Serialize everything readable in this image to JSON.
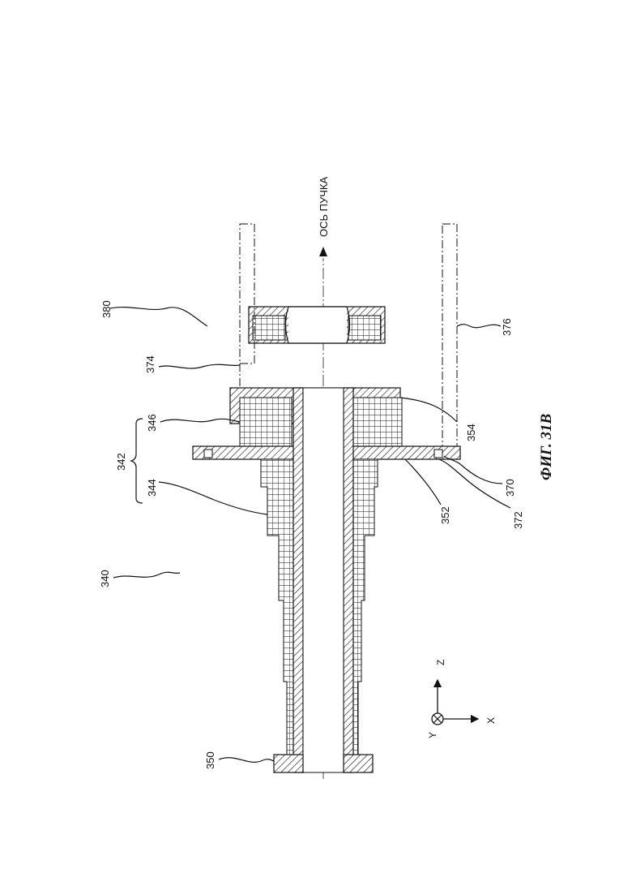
{
  "figure": {
    "caption": "ФИГ. 31В",
    "beam_axis_label": "ОСЬ ПУЧКА",
    "coordinate_axes": {
      "x": "X",
      "y": "Y",
      "z": "Z"
    },
    "reference_labels": {
      "r340": "340",
      "r342": "342",
      "r344": "344",
      "r346": "346",
      "r350": "350",
      "r352": "352",
      "r354": "354",
      "r370": "370",
      "r372": "372",
      "r374": "374",
      "r376": "376",
      "r380": "380"
    }
  }
}
